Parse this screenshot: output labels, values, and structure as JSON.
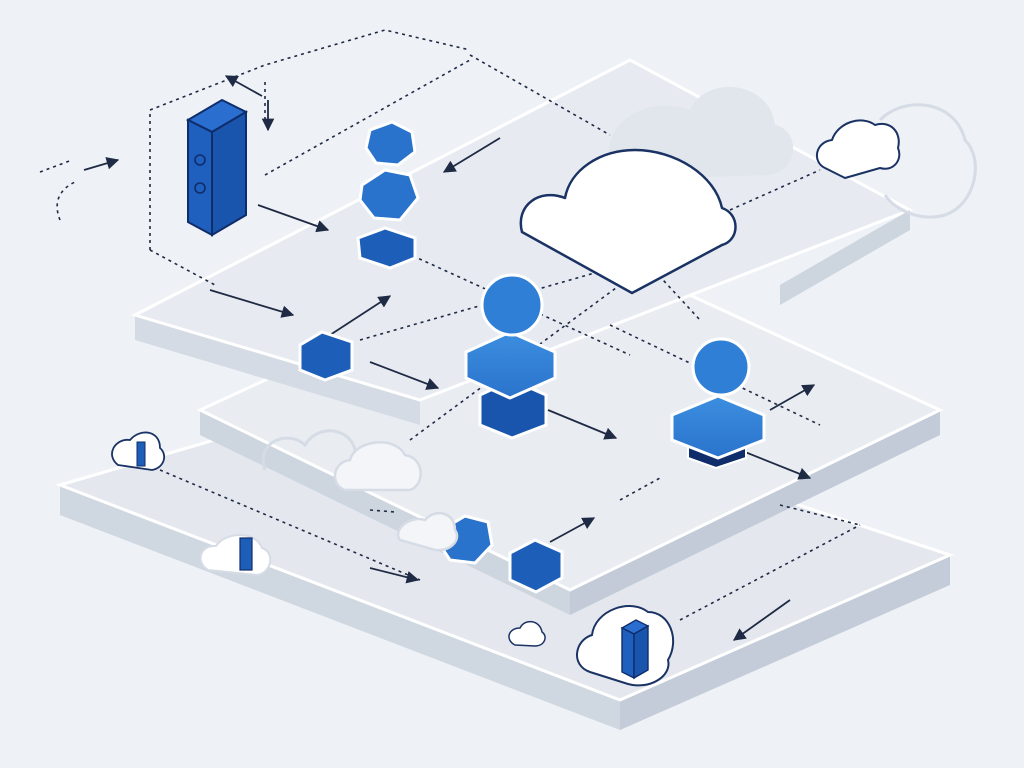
{
  "colors": {
    "background": "#eef1f5",
    "platform_top": "#e7ebf1",
    "platform_edge": "#cfd7e1",
    "platform_stroke": "#ffffff",
    "node_blue": "#2f7fd6",
    "node_blue_dark": "#1d5fb8",
    "node_navy": "#0f2d6b",
    "cloud_fill": "#ffffff",
    "cloud_stroke": "#1a3264",
    "ghost": "#d9dee6",
    "connector": "#1f2a44"
  },
  "layers": [
    {
      "name": "top-platform"
    },
    {
      "name": "middle-platform"
    },
    {
      "name": "bottom-platform"
    }
  ],
  "nodes": [
    {
      "kind": "server-tower",
      "icon": "server-icon"
    },
    {
      "kind": "user-avatar",
      "icon": "user-icon"
    },
    {
      "kind": "user-avatar",
      "icon": "user-icon"
    },
    {
      "kind": "user-avatar",
      "icon": "user-icon"
    },
    {
      "kind": "hexagon",
      "icon": "hexagon-icon"
    },
    {
      "kind": "hexagon",
      "icon": "hexagon-icon"
    },
    {
      "kind": "hexagon",
      "icon": "hexagon-icon"
    },
    {
      "kind": "cloud",
      "icon": "cloud-icon"
    },
    {
      "kind": "cloud-server",
      "icon": "server-icon"
    }
  ]
}
